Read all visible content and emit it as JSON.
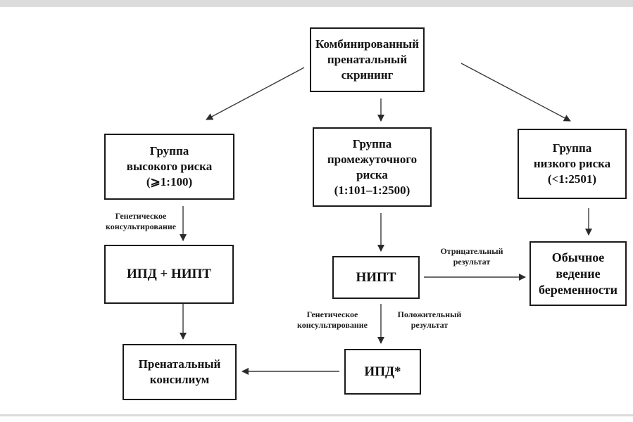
{
  "diagram": {
    "combined_screening": "Комбинированный\nпренатальный\nскрининг",
    "high_risk_group": "Группа\nвысокого риска\n(⩾1:100)",
    "intermediate_risk_group": "Группа\nпромежуточного\nриска\n(1:101–1:2500)",
    "low_risk_group": "Группа\nнизкого риска\n(<1:2501)",
    "ipd_nipt": "ИПД + НИПТ",
    "nipt": "НИПТ",
    "normal_pregnancy": "Обычное\nведение\nбеременности",
    "ipd": "ИПД*",
    "prenatal_council": "Пренатальный\nконсилиум"
  },
  "labels": {
    "genetic_counseling_1": "Генетическое\nконсультирование",
    "negative_result": "Отрицательный\nрезультат",
    "genetic_counseling_2": "Генетическое\nконсультирование",
    "positive_result": "Положительный\nрезультат"
  }
}
